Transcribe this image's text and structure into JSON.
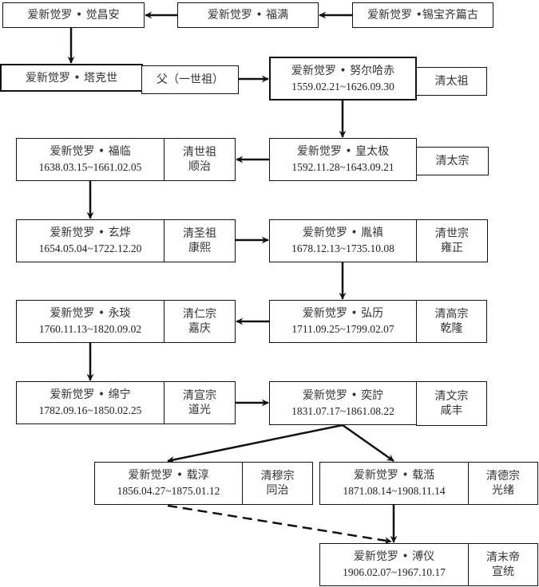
{
  "diagram": {
    "title": "爱新觉罗家族世系图",
    "nodes": {
      "xibaoqi": {
        "name": "爱新觉罗 •锡宝齐篇古"
      },
      "fuman": {
        "name": "爱新觉罗 • 福满"
      },
      "juechangan": {
        "name": "爱新觉罗 • 觉昌安"
      },
      "takeshi": {
        "name": "爱新觉罗 • 塔克世",
        "note": "父（一世祖）"
      },
      "nurhaci": {
        "name": "爱新觉罗 • 努尔哈赤",
        "dates": "1559.02.21~1626.09.30",
        "title": "清太祖"
      },
      "huangtaiji": {
        "name": "爱新觉罗 • 皇太极",
        "dates": "1592.11.28~1643.09.21",
        "title": "清太宗"
      },
      "fulin": {
        "name": "爱新觉罗 • 福临",
        "dates": "1638.03.15~1661.02.05",
        "title": "清世祖",
        "era": "顺治"
      },
      "xuanye": {
        "name": "爱新觉罗 • 玄烨",
        "dates": "1654.05.04~1722.12.20",
        "title": "清圣祖",
        "era": "康熙"
      },
      "yinzhen": {
        "name": "爱新觉罗 • 胤禛",
        "dates": "1678.12.13~1735.10.08",
        "title": "清世宗",
        "era": "雍正"
      },
      "hongli": {
        "name": "爱新觉罗 • 弘历",
        "dates": "1711.09.25~1799.02.07",
        "title": "清高宗",
        "era": "乾隆"
      },
      "yongyan": {
        "name": "爱新觉罗 • 永琰",
        "dates": "1760.11.13~1820.09.02",
        "title": "清仁宗",
        "era": "嘉庆"
      },
      "mianning": {
        "name": "爱新觉罗 • 绵宁",
        "dates": "1782.09.16~1850.02.25",
        "title": "清宣宗",
        "era": "道光"
      },
      "yizhu": {
        "name": "爱新觉罗 • 奕詝",
        "dates": "1831.07.17~1861.08.22",
        "title": "清文宗",
        "era": "咸丰"
      },
      "zaichun": {
        "name": "爱新觉罗 • 载淳",
        "dates": "1856.04.27~1875.01.12",
        "title": "清穆宗",
        "era": "同治"
      },
      "zaitian": {
        "name": "爱新觉罗 • 载湉",
        "dates": "1871.08.14~1908.11.14",
        "title": "清德宗",
        "era": "光绪"
      },
      "puyi": {
        "name": "爱新觉罗 • 溥仪",
        "dates": "1906.02.07~1967.10.17",
        "title": "清末帝",
        "era": "宣统"
      }
    },
    "edges": [
      {
        "from": "xibaoqi",
        "to": "fuman",
        "style": "solid"
      },
      {
        "from": "fuman",
        "to": "juechangan",
        "style": "solid"
      },
      {
        "from": "juechangan",
        "to": "takeshi",
        "style": "solid"
      },
      {
        "from": "takeshi",
        "to": "nurhaci",
        "style": "solid"
      },
      {
        "from": "nurhaci",
        "to": "huangtaiji",
        "style": "solid"
      },
      {
        "from": "huangtaiji",
        "to": "fulin",
        "style": "solid"
      },
      {
        "from": "fulin",
        "to": "xuanye",
        "style": "solid"
      },
      {
        "from": "xuanye",
        "to": "yinzhen",
        "style": "solid"
      },
      {
        "from": "yinzhen",
        "to": "hongli",
        "style": "solid"
      },
      {
        "from": "hongli",
        "to": "yongyan",
        "style": "solid"
      },
      {
        "from": "yongyan",
        "to": "mianning",
        "style": "solid"
      },
      {
        "from": "mianning",
        "to": "yizhu",
        "style": "solid"
      },
      {
        "from": "yizhu",
        "to": "zaichun",
        "style": "solid"
      },
      {
        "from": "yizhu",
        "to": "zaitian",
        "style": "solid"
      },
      {
        "from": "zaitian",
        "to": "puyi",
        "style": "solid"
      },
      {
        "from": "zaichun",
        "to": "puyi",
        "style": "dashed"
      }
    ]
  }
}
